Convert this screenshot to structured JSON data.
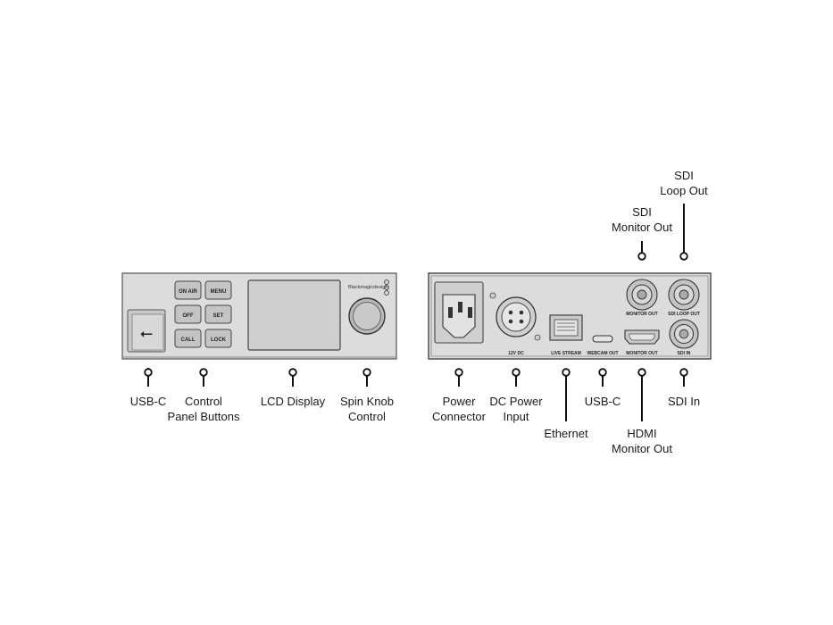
{
  "front_panel": {
    "brand": "Blackmagicdesign",
    "buttons": [
      "ON AIR",
      "MENU",
      "OFF",
      "SET",
      "CALL",
      "LOCK"
    ],
    "usb_symbol": "⭠"
  },
  "rear_panel": {
    "port_labels": {
      "dc": "12V DC",
      "live_stream": "LIVE STREAM",
      "webcam_out": "WEBCAM OUT",
      "hdmi_monitor_out": "MONITOR OUT",
      "sdi_monitor_out": "MONITOR OUT",
      "sdi_loop_out": "SDI LOOP OUT",
      "sdi_in": "SDI IN"
    }
  },
  "callouts": {
    "usb_c_front": [
      "USB-C"
    ],
    "control_panel_buttons": [
      "Control",
      "Panel Buttons"
    ],
    "lcd_display": [
      "LCD Display"
    ],
    "spin_knob_control": [
      "Spin Knob",
      "Control"
    ],
    "power_connector": [
      "Power",
      "Connector"
    ],
    "dc_power_input": [
      "DC Power",
      "Input"
    ],
    "ethernet": [
      "Ethernet"
    ],
    "usb_c_rear": [
      "USB-C"
    ],
    "hdmi_monitor_out": [
      "HDMI",
      "Monitor Out"
    ],
    "sdi_in": [
      "SDI In"
    ],
    "sdi_monitor_out": [
      "SDI",
      "Monitor Out"
    ],
    "sdi_loop_out": [
      "SDI",
      "Loop Out"
    ]
  }
}
